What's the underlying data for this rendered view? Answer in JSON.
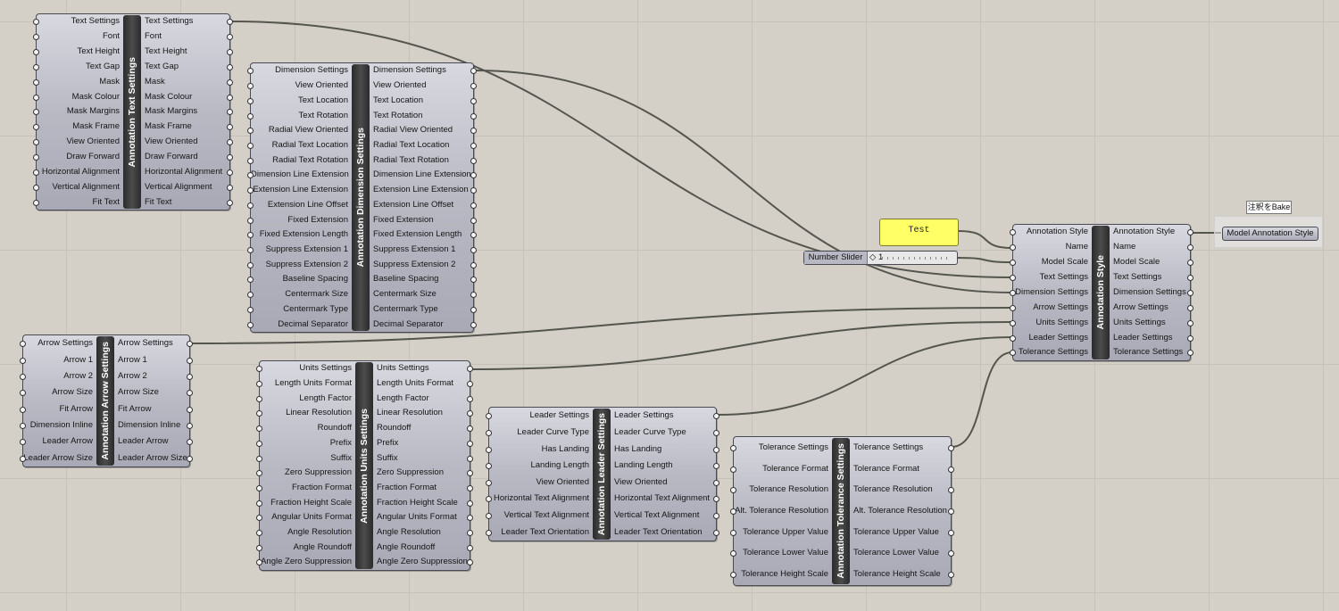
{
  "components": [
    {
      "id": "text",
      "title": "Annotation Text Settings",
      "inputs": [
        "Text Settings",
        "Font",
        "Text Height",
        "Text Gap",
        "Mask",
        "Mask Colour",
        "Mask Margins",
        "Mask Frame",
        "View Oriented",
        "Draw Forward",
        "Horizontal Alignment",
        "Vertical Alignment",
        "Fit Text"
      ],
      "outputs": [
        "Text Settings",
        "Font",
        "Text Height",
        "Text Gap",
        "Mask",
        "Mask Colour",
        "Mask Margins",
        "Mask Frame",
        "View Oriented",
        "Draw Forward",
        "Horizontal Alignment",
        "Vertical Alignment",
        "Fit Text"
      ]
    },
    {
      "id": "dimension",
      "title": "Annotation Dimension Settings",
      "inputs": [
        "Dimension Settings",
        "View Oriented",
        "Text Location",
        "Text Rotation",
        "Radial View Oriented",
        "Radial Text Location",
        "Radial Text Rotation",
        "Dimension Line Extension",
        "Extension Line Extension",
        "Extension Line Offset",
        "Fixed Extension",
        "Fixed Extension Length",
        "Suppress Extension 1",
        "Suppress Extension 2",
        "Baseline Spacing",
        "Centermark Size",
        "Centermark Type",
        "Decimal Separator"
      ],
      "outputs": [
        "Dimension Settings",
        "View Oriented",
        "Text Location",
        "Text Rotation",
        "Radial View Oriented",
        "Radial Text Location",
        "Radial Text Rotation",
        "Dimension Line Extension",
        "Extension Line Extension",
        "Extension Line Offset",
        "Fixed Extension",
        "Fixed Extension Length",
        "Suppress Extension 1",
        "Suppress Extension 2",
        "Baseline Spacing",
        "Centermark Size",
        "Centermark Type",
        "Decimal Separator"
      ]
    },
    {
      "id": "arrow",
      "title": "Annotation Arrow Settings",
      "inputs": [
        "Arrow Settings",
        "Arrow 1",
        "Arrow 2",
        "Arrow Size",
        "Fit Arrow",
        "Dimension Inline",
        "Leader Arrow",
        "Leader Arrow Size"
      ],
      "outputs": [
        "Arrow Settings",
        "Arrow 1",
        "Arrow 2",
        "Arrow Size",
        "Fit Arrow",
        "Dimension Inline",
        "Leader Arrow",
        "Leader Arrow Size"
      ]
    },
    {
      "id": "units",
      "title": "Annotation Units Settings",
      "inputs": [
        "Units Settings",
        "Length Units Format",
        "Length Factor",
        "Linear Resolution",
        "Roundoff",
        "Prefix",
        "Suffix",
        "Zero Suppression",
        "Fraction Format",
        "Fraction Height Scale",
        "Angular Units Format",
        "Angle Resolution",
        "Angle Roundoff",
        "Angle Zero Suppression"
      ],
      "outputs": [
        "Units Settings",
        "Length Units Format",
        "Length Factor",
        "Linear Resolution",
        "Roundoff",
        "Prefix",
        "Suffix",
        "Zero Suppression",
        "Fraction Format",
        "Fraction Height Scale",
        "Angular Units Format",
        "Angle Resolution",
        "Angle Roundoff",
        "Angle Zero Suppression"
      ]
    },
    {
      "id": "leader",
      "title": "Annotation Leader Settings",
      "inputs": [
        "Leader Settings",
        "Leader Curve Type",
        "Has Landing",
        "Landing Length",
        "View Oriented",
        "Horizontal Text Alignment",
        "Vertical Text Alignment",
        "Leader Text Orientation"
      ],
      "outputs": [
        "Leader Settings",
        "Leader Curve Type",
        "Has Landing",
        "Landing Length",
        "View Oriented",
        "Horizontal Text Alignment",
        "Vertical Text Alignment",
        "Leader Text Orientation"
      ]
    },
    {
      "id": "tolerance",
      "title": "Annotation Tolerance Settings",
      "inputs": [
        "Tolerance Settings",
        "Tolerance Format",
        "Tolerance Resolution",
        "Alt. Tolerance Resolution",
        "Tolerance Upper Value",
        "Tolerance Lower Value",
        "Tolerance Height Scale"
      ],
      "outputs": [
        "Tolerance Settings",
        "Tolerance Format",
        "Tolerance Resolution",
        "Alt. Tolerance Resolution",
        "Tolerance Upper Value",
        "Tolerance Lower Value",
        "Tolerance Height Scale"
      ]
    },
    {
      "id": "style",
      "title": "Annotation Style",
      "inputs": [
        "Annotation Style",
        "Name",
        "Model Scale",
        "Text Settings",
        "Dimension Settings",
        "Arrow Settings",
        "Units Settings",
        "Leader Settings",
        "Tolerance Settings"
      ],
      "outputs": [
        "Annotation Style",
        "Name",
        "Model Scale",
        "Text Settings",
        "Dimension Settings",
        "Arrow Settings",
        "Units Settings",
        "Leader Settings",
        "Tolerance Settings"
      ]
    }
  ],
  "panel": {
    "text": "Test"
  },
  "slider": {
    "label": "Number Slider",
    "value": "1"
  },
  "bake": {
    "label": "Model Annotation Style",
    "tooltip": "注釈をBake"
  },
  "colors": {
    "canvas": "#d4d0c8",
    "grid": "#c6c2ba",
    "wire": "#55554f",
    "panel": "#ffff66",
    "component_bar": "#333333"
  }
}
